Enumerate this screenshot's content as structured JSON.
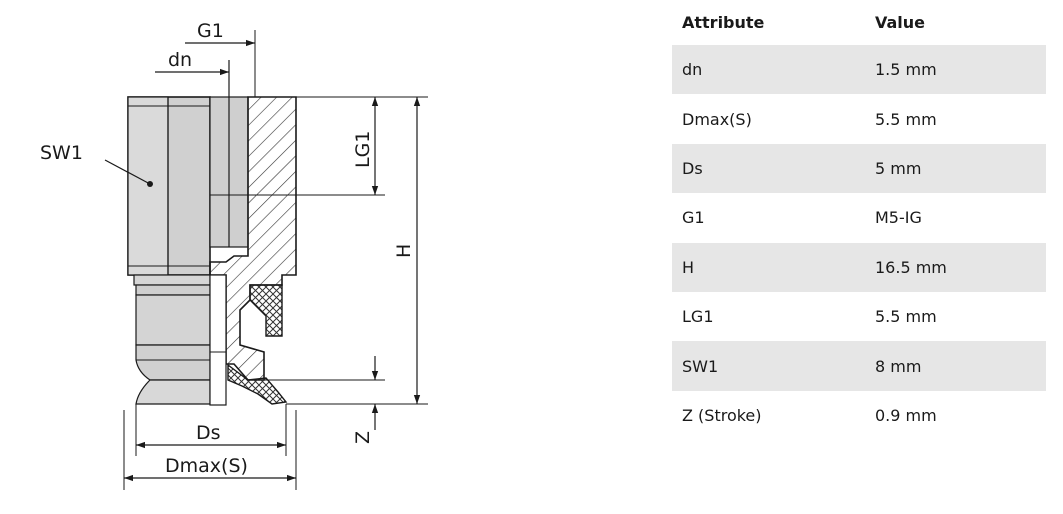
{
  "drawing": {
    "labels": {
      "g1": "G1",
      "dn": "dn",
      "sw1": "SW1",
      "lg1": "LG1",
      "h": "H",
      "ds": "Ds",
      "dmax": "Dmax(S)",
      "z": "Z"
    }
  },
  "table": {
    "headers": {
      "attribute": "Attribute",
      "value": "Value"
    },
    "rows": [
      {
        "attribute": "dn",
        "value": "1.5 mm"
      },
      {
        "attribute": "Dmax(S)",
        "value": "5.5 mm"
      },
      {
        "attribute": "Ds",
        "value": "5 mm"
      },
      {
        "attribute": "G1",
        "value": "M5-IG"
      },
      {
        "attribute": "H",
        "value": "16.5 mm"
      },
      {
        "attribute": "LG1",
        "value": "5.5 mm"
      },
      {
        "attribute": "SW1",
        "value": "8 mm"
      },
      {
        "attribute": "Z (Stroke)",
        "value": "0.9 mm"
      }
    ]
  }
}
